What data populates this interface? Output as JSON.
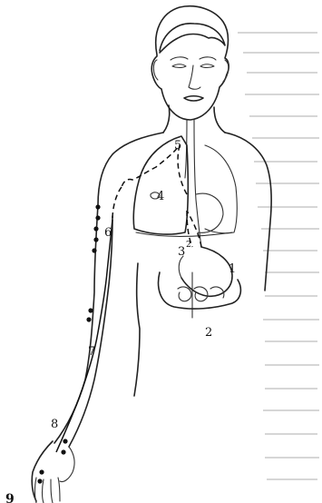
{
  "labels": {
    "l1": "1",
    "l2": "2",
    "l3": "3",
    "l3sup": "2",
    "l4": "4",
    "l5": "5",
    "l6": "6",
    "l7": "7",
    "l8": "8",
    "l9": "9"
  },
  "colors": {
    "ink": "#222222",
    "background": "#ffffff"
  }
}
